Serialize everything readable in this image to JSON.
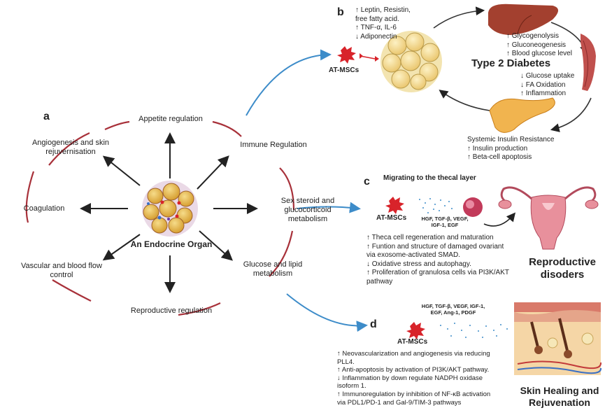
{
  "panel_a": {
    "letter": "a",
    "center_label": "An Endocrine Organ",
    "functions": [
      "Appetite regulation",
      "Immune Regulation",
      "Sex steroid and glucocorticoid metabolism",
      "Glucose and lipid metabolism",
      "Reproductive regulation",
      "Vascular and blood flow control",
      "Coagulation",
      "Angiogenesis and skin rejuvernisation"
    ]
  },
  "panel_b": {
    "letter": "b",
    "cell_label": "AT-MSCs",
    "adipose_effects": [
      "↑ Leptin, Resistin,",
      "free fatty acid.",
      "↑ TNF-α, IL-6",
      "↓ Adiponectin"
    ],
    "title": "Type 2 Diabetes",
    "liver_effects": [
      "↑ Glycogenolysis",
      "↑ Gluconeogenesis",
      "↑ Blood glucose level"
    ],
    "muscle_effects": [
      "↓ Glucose uptake",
      "↓ FA Oxidation",
      "↑ Inflammation"
    ],
    "pancreas_effects": [
      "Systemic Insulin Resistance",
      "↑ Insulin production",
      "↑ Beta-cell apoptosis"
    ]
  },
  "panel_c": {
    "letter": "c",
    "header": "Migrating to the thecal layer",
    "cell_label": "AT-MSCs",
    "factors": [
      "HGF, TGF-β, VEGF,",
      "IGF-1, EGF"
    ],
    "title": [
      "Reproductive",
      "disoders"
    ],
    "effects": [
      "↑ Theca cell regeneration and maturation",
      "↑ Funtion and structure of damaged ovariant",
      "via exosome-activated SMAD.",
      "↓ Oxidative stress and autophagy.",
      "↑ Proliferation of granulosa cells via PI3K/AKT",
      "pathway"
    ]
  },
  "panel_d": {
    "letter": "d",
    "cell_label": "AT-MSCs",
    "factors": [
      "HGF, TGF-β, VEGF, IGF-1,",
      "EGF, Ang-1, PDGF"
    ],
    "title": [
      "Skin Healing and",
      "Rejuvenation"
    ],
    "effects": [
      "↑ Neovascularization and angiogenesis via reducing",
      "PLL4.",
      "↑ Anti-apoptosis by activation of PI3K/AKT pathway.",
      "↓ Inflammation by down regulate NADPH oxidase",
      "isoform 1.",
      "↑ Immunoregulation by inhibition of NF-κB activation",
      "via PDL1/PD-1 and Gal-9/TIM-3 pathways"
    ]
  },
  "colors": {
    "ellipse": "#a8313a",
    "arrow_blue": "#3d8cc9",
    "cell_red": "#d8232a"
  }
}
